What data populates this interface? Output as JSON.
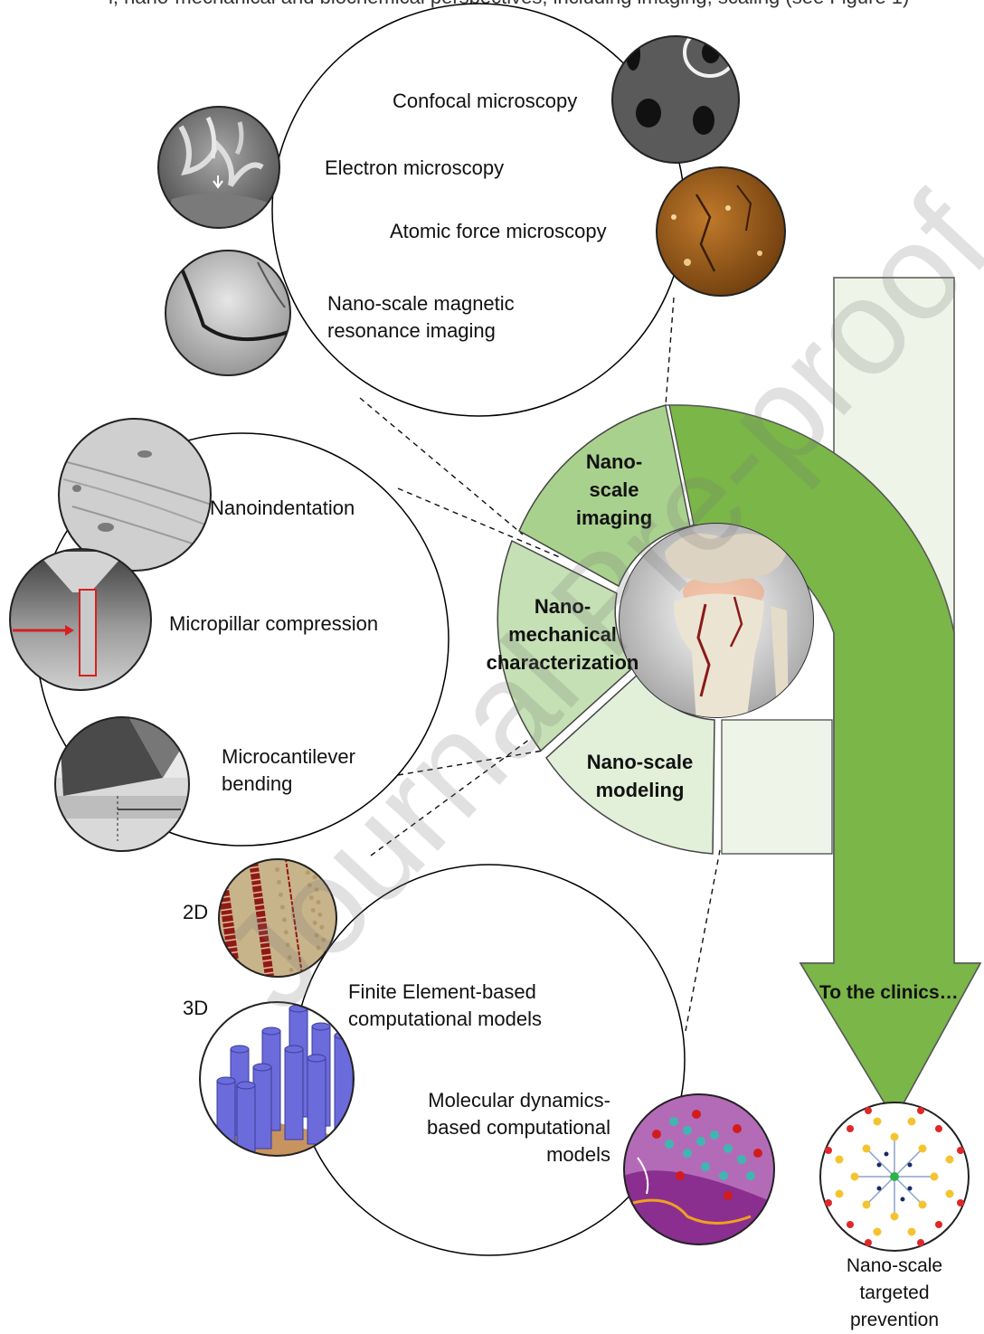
{
  "header_fragment": "l, nano-mechanical and biochemical perspectives, including imaging, scaling (see Figure 1)",
  "hub": {
    "segments": [
      {
        "id": "imaging",
        "label": "Nano-\nscale\nimaging"
      },
      {
        "id": "mechanical",
        "label": "Nano-\nmechanical\ncharacterization"
      },
      {
        "id": "modeling",
        "label": "Nano-scale\nmodeling"
      }
    ],
    "center_image": "knee-fracture"
  },
  "imaging_group": {
    "items": [
      {
        "label": "Confocal microscopy",
        "image": "confocal-micrograph"
      },
      {
        "label": "Electron microscopy",
        "image": "electron-micrograph"
      },
      {
        "label": "Atomic force microscopy",
        "image": "afm-micrograph"
      },
      {
        "label": "Nano-scale magnetic\nresonance imaging",
        "image": "mri-image"
      }
    ]
  },
  "mechanical_group": {
    "items": [
      {
        "label": "Nanoindentation",
        "image": "nanoindentation-image"
      },
      {
        "label": "Micropillar compression",
        "image": "micropillar-image"
      },
      {
        "label": "Microcantilever\nbending",
        "image": "microcantilever-image"
      }
    ]
  },
  "modeling_group": {
    "dim_2d": "2D",
    "dim_3d": "3D",
    "items": [
      {
        "label": "Finite Element-based\ncomputational models",
        "image": "fibril-2d-model"
      },
      {
        "label": "Molecular dynamics-\nbased computational\nmodels",
        "image": "molecular-dynamics-render"
      }
    ]
  },
  "clinic_arrow": {
    "label": "To the clinics…"
  },
  "prevention": {
    "label": "Nano-scale\ntargeted\nprevention",
    "image": "dendrimer-nanoparticle"
  },
  "watermark": "Journal Pre-proof",
  "colors": {
    "arrow_green": "#7ab648",
    "arrow_light": "#eef5e8",
    "seg_imaging": "#a9d18e",
    "seg_mechanical": "#c5e0b4",
    "seg_modeling": "#e2efd9"
  }
}
